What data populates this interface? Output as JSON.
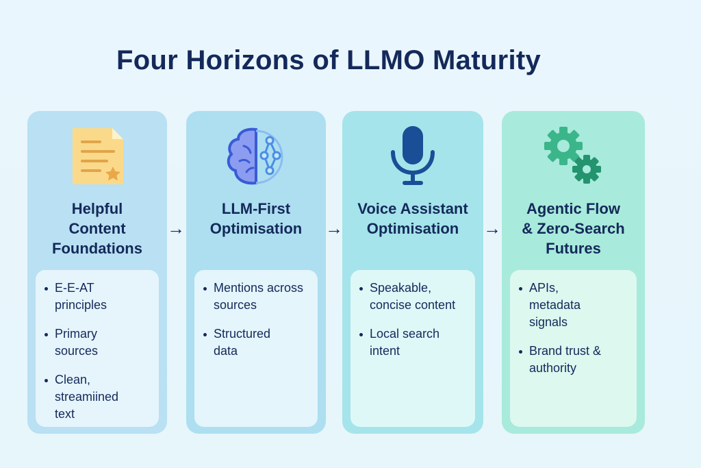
{
  "title": "Four Horizons of LLMO Maturity",
  "stages": [
    {
      "icon": "document-star-icon",
      "heading": [
        "Helpful",
        "Content",
        "Foundations"
      ],
      "bullets": [
        "E-E-AT principles",
        "Primary sources",
        "Clean, streamiined text"
      ],
      "color": "#b9e0f3"
    },
    {
      "icon": "brain-network-icon",
      "heading": [
        "LLM-First",
        "Optimisation"
      ],
      "bullets": [
        "Mentions across sources",
        "Structured data"
      ],
      "color": "#addff0"
    },
    {
      "icon": "microphone-icon",
      "heading": [
        "Voice Assistant",
        "Optimisation"
      ],
      "bullets": [
        "Speakable, concise content",
        "Local search intent"
      ],
      "color": "#a5e4ea"
    },
    {
      "icon": "gears-icon",
      "heading": [
        "Agentic Flow",
        "& Zero-Search",
        "Futures"
      ],
      "bullets": [
        "APIs, metadata signals",
        "Brand trust & authority"
      ],
      "color": "#a8eadb"
    }
  ],
  "arrow": "→"
}
